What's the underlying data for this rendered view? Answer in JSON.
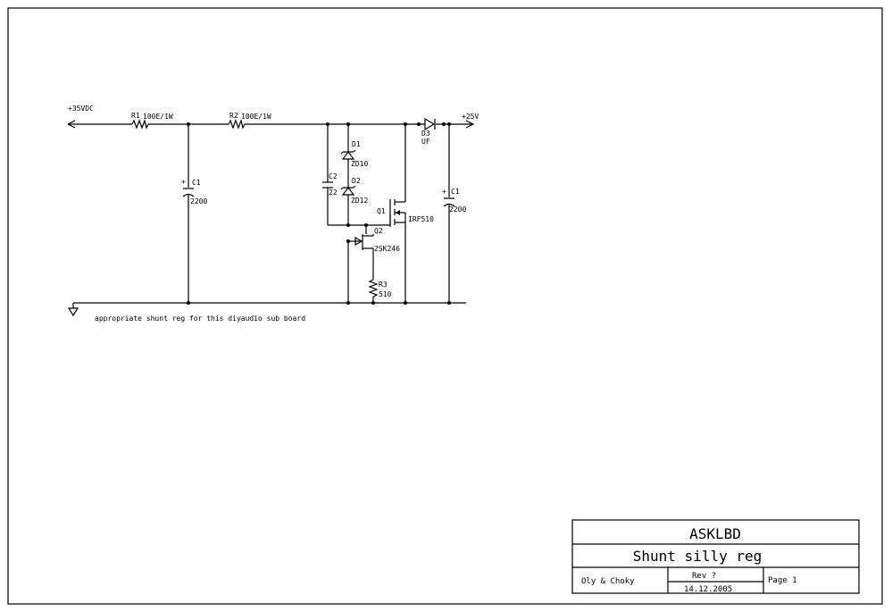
{
  "schematic": {
    "labels": {
      "vin": "+35VDC",
      "vout": "+25V",
      "r1_ref": "R1",
      "r1_val": "100E/1W",
      "r2_ref": "R2",
      "r2_val": "100E/1W",
      "c1a_ref": "C1",
      "c1a_val": "2200",
      "c1b_ref": "C1",
      "c1b_val": "2200",
      "c2_ref": "C2",
      "c2_val": "22",
      "d1_ref": "D1",
      "d1_val": "ZD10",
      "d2_ref": "D2",
      "d2_val": "ZD12",
      "d3_ref": "D3",
      "d3_val": "UF",
      "q1_ref": "Q1",
      "q1_val": "IRF510",
      "q2_ref": "Q2",
      "q2_val": "2SK246",
      "r3_ref": "R3",
      "r3_val": "510"
    },
    "note": "appropriate shunt reg for this diyaudio sub board"
  },
  "title_block": {
    "project": "ASKLBD",
    "title": "Shunt silly reg",
    "authors": "Oly & Choky",
    "rev": "Rev ?",
    "date": "14.12.2005",
    "page": "Page 1"
  }
}
